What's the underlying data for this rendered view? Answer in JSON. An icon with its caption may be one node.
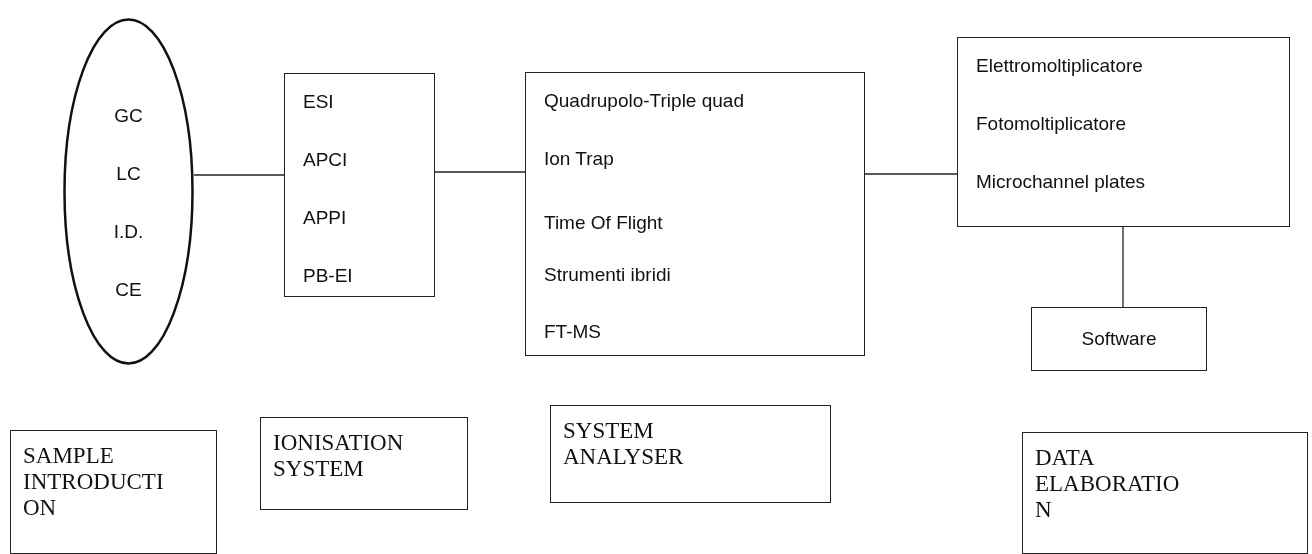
{
  "diagram": {
    "nodes": [
      {
        "text": [
          "GC",
          "LC",
          "I.D.",
          "CE"
        ]
      },
      {
        "text": [
          "ESI",
          "APCI",
          "APPI",
          "PB-EI"
        ]
      },
      {
        "text": [
          "Quadrupolo-Triple quad",
          "Ion Trap",
          "Time Of Flight",
          "Strumenti ibridi",
          "FT-MS"
        ]
      },
      {
        "text": [
          "Elettromoltiplicatore",
          "Fotomoltiplicatore",
          "Microchannel plates"
        ]
      },
      {
        "text": [
          "Software"
        ]
      },
      {
        "text": [
          "SAMPLE INTRODUCTION"
        ]
      },
      {
        "text": [
          "IONISATION SYSTEM"
        ]
      },
      {
        "text": [
          "SYSTEM ANALYSER"
        ]
      },
      {
        "text": [
          "DATA ELABORATION"
        ]
      }
    ],
    "edges": [
      {
        "from": 0,
        "to": 1,
        "arrow": "none"
      },
      {
        "from": 1,
        "to": 2,
        "arrow": "none"
      },
      {
        "from": 2,
        "to": 3,
        "arrow": "none"
      },
      {
        "from": 3,
        "to": 4,
        "arrow": "none"
      }
    ]
  }
}
